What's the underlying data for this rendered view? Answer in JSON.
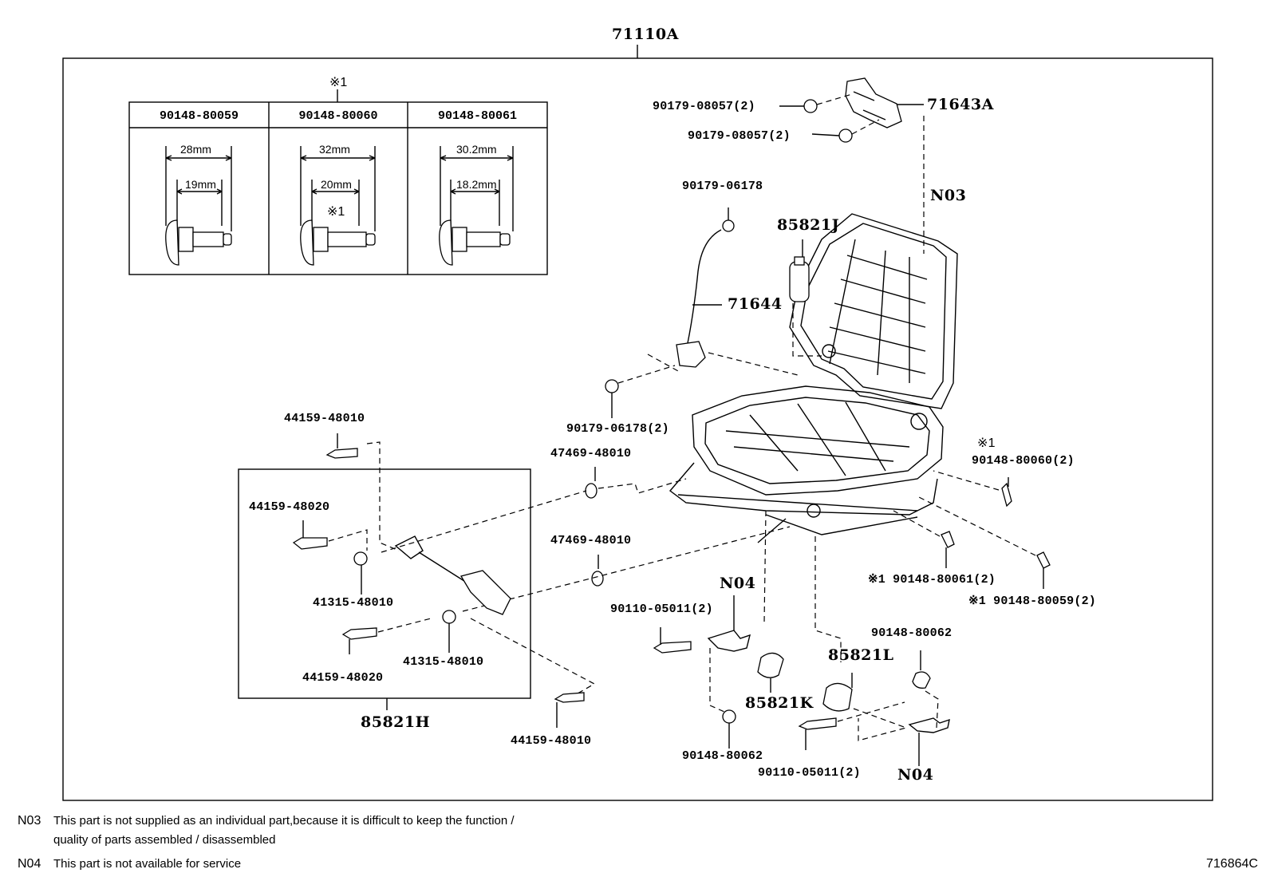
{
  "assembly": {
    "main": "71110A"
  },
  "insert_table": {
    "mark": "※1",
    "columns": [
      {
        "part": "90148-80059",
        "overall": "28mm",
        "thread": "19mm",
        "mark": ""
      },
      {
        "part": "90148-80060",
        "overall": "32mm",
        "thread": "20mm",
        "mark": "※1"
      },
      {
        "part": "90148-80061",
        "overall": "30.2mm",
        "thread": "18.2mm",
        "mark": ""
      }
    ]
  },
  "labels": {
    "p71643A": "71643A",
    "p90179_08057_a": "90179-08057(2)",
    "p90179_08057_b": "90179-08057(2)",
    "p90179_06178": "90179-06178",
    "p85821J": "85821J",
    "pN03": "N03",
    "p71644": "71644",
    "p90179_06178_2": "90179-06178(2)",
    "p44159_48010_a": "44159-48010",
    "p47469_48010_a": "47469-48010",
    "p44159_48020_a": "44159-48020",
    "p47469_48010_b": "47469-48010",
    "p41315_48010_a": "41315-48010",
    "p44159_48020_b": "44159-48020",
    "p41315_48010_b": "41315-48010",
    "p85821H": "85821H",
    "p44159_48010_b": "44159-48010",
    "pN04_a": "N04",
    "p90110_05011_a": "90110-05011(2)",
    "p85821K": "85821K",
    "p90148_80062_a": "90148-80062",
    "p85821L": "85821L",
    "p90148_80062_b": "90148-80062",
    "p90110_05011_b": "90110-05011(2)",
    "pN04_b": "N04",
    "mark_80060": "※1",
    "p90148_80060": "90148-80060(2)",
    "p90148_80061": "※1 90148-80061(2)",
    "p90148_80059": "※1 90148-80059(2)"
  },
  "notes": [
    {
      "code": "N03",
      "text": "This part is not supplied as an individual part,because it is difficult to keep the function /",
      "text2": "quality of parts assembled / disassembled"
    },
    {
      "code": "N04",
      "text": "This part is not available for service"
    }
  ],
  "illustration_id": "716864C"
}
